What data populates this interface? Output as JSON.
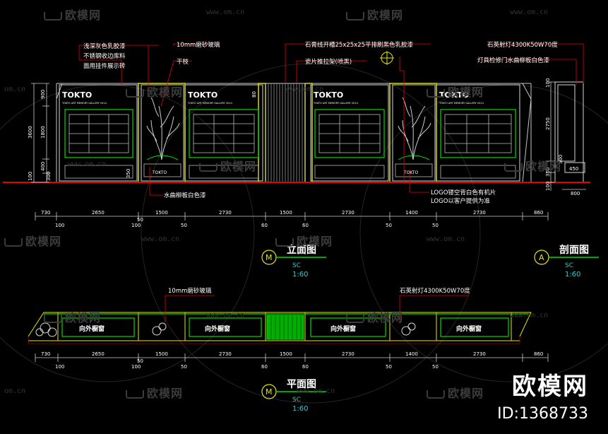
{
  "watermark": {
    "brand": "欧模网",
    "url": "www.om.cn",
    "url_short": "om.cn"
  },
  "brand_logo": {
    "name": "欧模网",
    "id": "ID:1368733"
  },
  "elevation": {
    "title": "立面图",
    "marker": "M",
    "scale_code": "SC",
    "scale": "1:60",
    "annotations": {
      "paint_gray": "浅深灰色乳胶漆",
      "steel_trim": "不锈钢收边库料",
      "display_panel": "面用挂件展示砖",
      "frosted_glass": "10mm磨砂玻璃",
      "dry_branch": "干枝",
      "groove_paint": "石膏线开槽25x25x25平排刷黑色乳胶漆",
      "tile_rack": "瓷片推拉架(喷黑)",
      "logo_note_1": "LOGO镂空背白色有机片",
      "logo_note_2": "LOGO以客户提供为准",
      "white_paint": "水曲柳板白色漆"
    },
    "logo_big": "TOKTO",
    "logo_sub": "TOKTO ART MEMORY GALLERY 2014",
    "logo_small": "TOKTO",
    "vertical_dims": [
      "900",
      "3600",
      "1800",
      "400",
      "100",
      "300"
    ],
    "marks": [
      "80",
      "350"
    ],
    "dims_top": [
      "730",
      "2650",
      "1500",
      "2730",
      "1500",
      "2730",
      "1400",
      "2730",
      "860"
    ],
    "dims_bottom": [
      "100",
      "100",
      "50",
      "50",
      "60",
      "60",
      "50",
      "50"
    ]
  },
  "section": {
    "title": "剖面图",
    "marker": "A",
    "scale_code": "SC",
    "scale": "1:60",
    "annotations": {
      "spotlight": "石英射灯4300K50W70度",
      "access_panel": "灯具检修门水曲柳板白色漆"
    },
    "vertical_dims": [
      "100",
      "2750",
      "300",
      "350",
      "100"
    ],
    "inner_dims": [
      "450"
    ],
    "bottom_dim": "800"
  },
  "plan": {
    "title": "平面图",
    "marker": "M",
    "scale_code": "SC",
    "scale": "1:60",
    "annotations": {
      "frosted_glass": "10mm磨砂玻璃",
      "spotlight": "石英射灯4300K50W70度"
    },
    "window_label": "向外橱窗",
    "dims_top": [
      "730",
      "2650",
      "1500",
      "2730",
      "1500",
      "2730",
      "1400",
      "2730",
      "860"
    ],
    "dims_bottom": [
      "100",
      "100",
      "50",
      "50",
      "60",
      "60",
      "50",
      "50"
    ]
  },
  "colors": {
    "line_red": "#e60000",
    "line_yellow": "#e6e600",
    "line_green": "#00dd00",
    "line_white": "#d8d8d8",
    "text_white": "#ffffff",
    "cyan": "#33cccc",
    "watermark": "#3b3b3b"
  }
}
